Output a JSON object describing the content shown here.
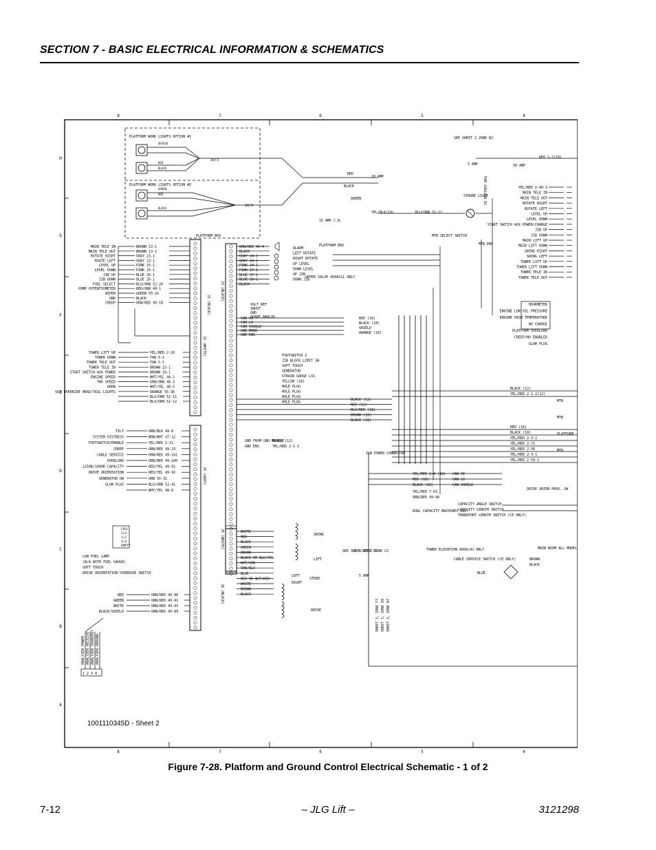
{
  "header": {
    "title": "SECTION 7 - BASIC ELECTRICAL INFORMATION & SCHEMATICS"
  },
  "figure": {
    "caption": "Figure 7-28.  Platform and Ground Control Electrical Schematic - 1 of 2",
    "sheet_note": "1001110345D - Sheet 2"
  },
  "footer": {
    "page_number": "7-12",
    "center": "– JLG Lift –",
    "doc_number": "3121298"
  },
  "schematic": {
    "col_labels": [
      "8",
      "7",
      "6",
      "5",
      "4"
    ],
    "row_labels": [
      "H",
      "G",
      "F",
      "E",
      "D",
      "C",
      "B",
      "A"
    ],
    "platform_box": "PLATFORM BOX",
    "work_lights_1": "PLATFORM WORK LIGHTS OPTION #1",
    "work_lights_2": "PLATFORM WORK LIGHTS OPTION #2",
    "left_functions": [
      "MAIN TELE IN",
      "MAIN TELE OUT",
      "ROTATE RIGHT",
      "ROATE LEFT",
      "LEVEL UP",
      "LEVEL DOWN",
      "JIB UP",
      "JIB DOWN",
      "FUEL SELECT",
      "PUMP POTENTIOMETER",
      "WIPER",
      "GND",
      "CREEP"
    ],
    "left_wires": [
      "BROWN 13-1",
      "BROWN 13-1",
      "GRAY 23-1",
      "GRAY 23-1",
      "PINK 25-1",
      "PINK 25-1",
      "BLUE 26-1",
      "BLUE 26-1",
      "BLU/ORN 52-20",
      "RED/ORN 49-1",
      "GREEN 55-31",
      "BLACK",
      "ORN/RED 49-18"
    ],
    "left_functions_2": [
      "TOWER LIFT UP",
      "TOWER DOWN",
      "TOWER TELE OUT",
      "TOWER TELE IN",
      "START SWITCH AUX POWER",
      "ENGINE SPEED",
      "TWO SPEED",
      "HORN",
      "SOFT TOUCH OVERRIDE HEAD/TAIL LIGHTS"
    ],
    "left_wires_2": [
      "YEL/RED 2-10",
      "TAN 5-1",
      "TAN 5-1",
      "BROWN 15-1",
      "BROWN 16-1",
      "WHT/YEL 48-1",
      "GRN/ORN 48-3",
      "WHT/YEL 48-5",
      "ORANGE 55-36",
      "BLU/ORN 52-11",
      "BLU/ORN 52-12"
    ],
    "left_functions_3": [
      "TILT",
      "SYSTEM DISTRESS",
      "FOOTSWITCH/ENABLE",
      "CREEP",
      "CABLE SERVICE",
      "OVERLOAD",
      "2250B/1000R CAPACITY",
      "DRIVE ORIENTATION",
      "GENERATOR ON",
      "GLOW PLUG"
    ],
    "left_wires_3": [
      "ORN/BLK 49-8",
      "BRN/WHT 47-12",
      "YEL/RED 2-21",
      "ORN/RED 49-23",
      "ORN/RED 49-101",
      "ORN/RED 49-100",
      "RED/YEL 49-91",
      "RED/YEL 49-92",
      "ORN 55-31",
      "BLU/ORN 52-41",
      "WHT/YEL 48-8"
    ],
    "fuel_gauge": [
      "FULL",
      "3/4",
      "1/2",
      "1/4",
      "EMPTY"
    ],
    "left_functions_4": [
      "LOW FUEL LAMP",
      "(N/A WITH FUEL GAUGE)",
      "SOFT TOUCH",
      "DRIVE ORIENTATION OVERRIDE SWITCH"
    ],
    "bottom_wires": [
      "RED",
      "GREEN",
      "WHITE",
      "BLACK/SHIELD"
    ],
    "bottom_wire_ids": [
      "ORN/RED 49-90",
      "ORN/RED 49-92",
      "ORN/RED 49-93",
      "ORN/RED 49-89"
    ],
    "analyzer": [
      "ANALYZER POWER",
      "ANALYZER RECEIVE",
      "ANALYZER TRANSMIT",
      "ANALYZER GROUND"
    ],
    "analyzer_pins": "1 2 3 4",
    "connectors": [
      "J1 (BLACK)",
      "J2 (WHITE)",
      "J3 (BLACK)",
      "J4 (GRAY)",
      "J5 (WHITE)",
      "J6 (BLACK)"
    ],
    "right_functions": [
      "ALARM",
      "LEFT ROTATE",
      "RIGHT ROTATE",
      "UP LEVEL",
      "DOWN LEVEL",
      "UP JIB",
      "DOWN JIB"
    ],
    "right_wires": [
      "ORN/RED 49-4",
      "BLACK",
      "GRAY 24-1",
      "GRAY 24-1",
      "PINK 24-1",
      "PINK 27-1",
      "BLUE 27-1",
      "BLUE 28-1",
      "BLACK"
    ],
    "spare_analog": [
      "VOLT REF",
      "INPUT",
      "GND",
      "SPARE ANALOG"
    ],
    "can_wires": [
      "CAN HI",
      "CAN LO",
      "CAN SHIELD",
      "GND MODE",
      "GND ENS"
    ],
    "can_colors": [
      "RED (18)",
      "BLACK (18)",
      "SHIELD",
      "ORANGE (18)"
    ],
    "mid_labels": [
      "FOOTSWITCH 2",
      "JIB BLOCK LIMIT SW",
      "SOFT TOUCH",
      "GENERATOR",
      "STRAIN GAUGE LSS",
      "YELLOW (18)",
      "HOLE PLUG",
      "HOLE PLUG",
      "HOLE PLUG",
      "HOLE PLUG"
    ],
    "mid_colors": [
      "BLACK (12)",
      "RED (12)",
      "BLU/RED (18)",
      "BROWN (18)",
      "BLACK (18)"
    ],
    "gnd_module": [
      "GND FROM GND MODULE",
      "GND ENS",
      "BLACK (12)",
      "YEL/RED 2-1-2"
    ],
    "ign_power": "IGN POWER CONNECTOR",
    "drive_wires": [
      "WHITE",
      "RED",
      "BLACK",
      "GREEN",
      "BROWN",
      "BLACK OR BLU/YEL",
      "WHT/GRN",
      "ORN/BLU",
      "BLUE",
      "RED OR WHT/RED",
      "WHITE",
      "BROWN",
      "BLACK"
    ],
    "drive_labels": [
      "SWING",
      "LIFT",
      "STEER",
      "LEFT",
      "RIGHT",
      "DRIVE"
    ],
    "top_labels": [
      "SEE SHEET 2 ZONE B2",
      "5 AMP",
      "30 AMP",
      "RED 1-2(10)",
      "20 AMP",
      "RED",
      "BLACK",
      "GREEN",
      "15 AMP C.B.",
      "STROBE LIGHT",
      "YEL/BLK(18)",
      "BLU/ORN 52-11",
      "TO BATTERY NEG"
    ],
    "mtb_labels": [
      "MTB SELECT SWITCH",
      "MTB ENS",
      "PLATFORM ENS",
      "UPPER VALVE 450AS11 ONLY"
    ],
    "right_panel": [
      "YEL/RED 2-40-3",
      "MAIN TELE IN",
      "MAIN TELE OUT",
      "ROTATE RIGHT",
      "ROTATE LEFT",
      "LEVEL UP",
      "LEVEL DOWN",
      "START SWITCH AUX POWER/CHARGE",
      "JIB UP",
      "JIB DOWN",
      "MAIN LIFT UP",
      "MAIN LIFT DOWN",
      "SWING RIGHT",
      "SWING LEFT",
      "TOWER LIFT UP",
      "TOWER LIFT DOWN",
      "TOWER TELE IN",
      "TOWER TELE OUT"
    ],
    "hourmeter": [
      "HOURMETER",
      "ENGINE LOW OIL PRESSURE",
      "ENGINE HIGH TEMPERATURE",
      "NO CHARGE",
      "PLATFORM OVERLOAD",
      "CREEP/NO ENABLED",
      "GLOW PLUG"
    ],
    "bus_wires": [
      "BLACK (12)",
      "YEL/RED 2-1-2(12)",
      "RED (18)",
      "BLACK (18)",
      "YEL/RED 2-3-1",
      "YEL/RED 2-71",
      "YEL/RED 2-50",
      "YEL/RED 2-3-1",
      "YEL/RED 2-50-1"
    ],
    "bus_right": [
      "MTB",
      "MTB",
      "PLATFORM",
      "MTB"
    ],
    "lower_right": [
      "YEL/RED 2-4 (18)",
      "RED (18)",
      "BLACK (18)",
      "CAN HI",
      "CAN LO",
      "CAN SHIELD",
      "YEL/RED 7-63",
      "ORN/RED 49-96",
      "DRIVE ORIEN PROX. SW",
      "DUAL CAPACITY MACHINES ONLY",
      "CAPACITY ANGLE SWITCH",
      "CAPACITY LENGTH SWITCH",
      "TRANSPORT LENGTH SWITCH (CE ONLY)",
      "TOWER ELEVATION 800A/AJ ONLY",
      "MAIN BOOM ALL MODELS",
      "CABLE SERVICE SWITCH (CE ONLY)",
      "BLUE",
      "BROWN",
      "BLACK"
    ],
    "zone_refs": [
      "SEE SHT 8 ZONE D1",
      "SEE SHT 2 ZONE C2",
      "5 AMP",
      "SHEET 3, ZONE F7",
      "SHEET 3, ZONE E8",
      "SHEET 3, ZONE D7"
    ],
    "work_light_wires": [
      "SHIELD",
      "RED",
      "BLACK",
      "10/3",
      "GREEN",
      "BLACK",
      "10/3",
      "RED",
      "BLACK",
      "GREEN"
    ]
  }
}
